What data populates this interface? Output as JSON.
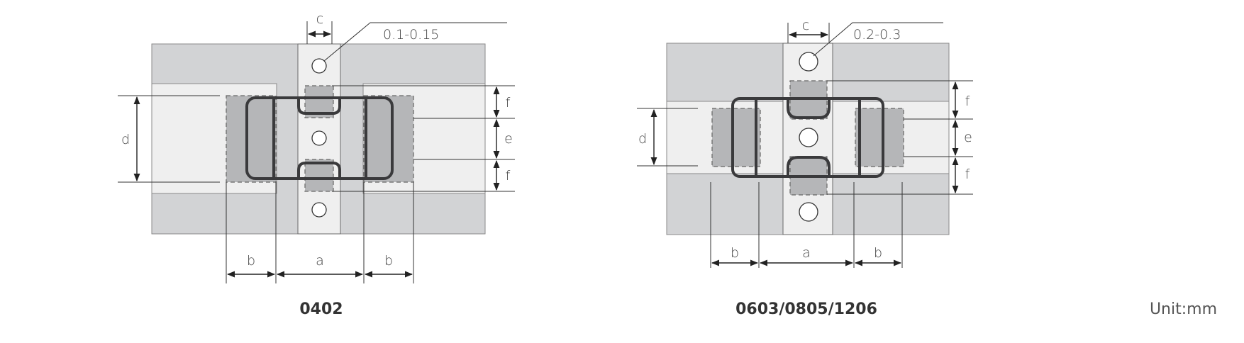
{
  "diagrams": [
    {
      "caption": "0402",
      "via_note": "0.1-0.15",
      "labels": {
        "a": "a",
        "b": "b",
        "c": "c",
        "d": "d",
        "e": "e",
        "f": "f"
      }
    },
    {
      "caption": "0603/0805/1206",
      "via_note": "0.2-0.3",
      "labels": {
        "a": "a",
        "b": "b",
        "c": "c",
        "d": "d",
        "e": "e",
        "f": "f"
      }
    }
  ],
  "unit": "Unit:mm",
  "colors": {
    "board": "#d2d3d5",
    "pad": "#efefef",
    "shade": "#b5b6b8",
    "outline": "#3a3a3c"
  }
}
